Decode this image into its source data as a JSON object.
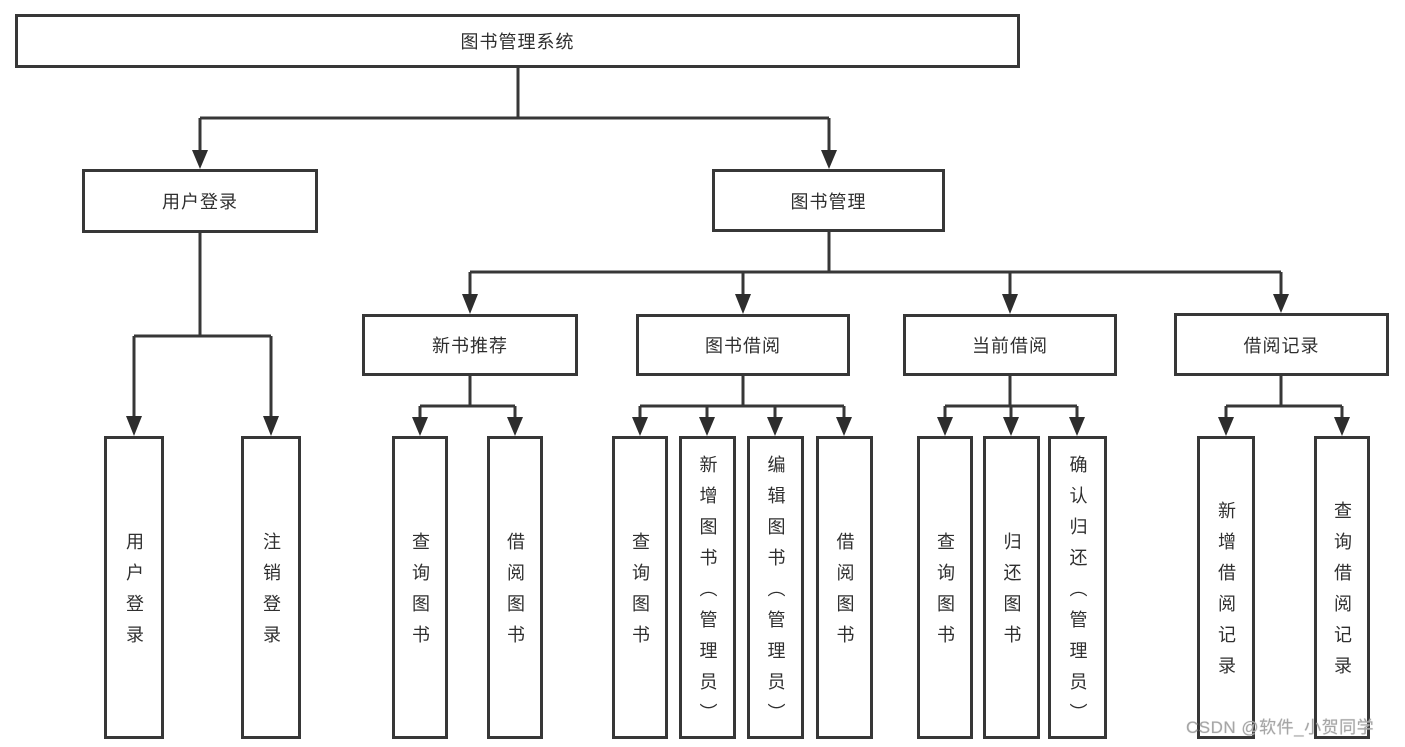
{
  "tree": {
    "root": {
      "label": "图书管理系统"
    },
    "branches": [
      {
        "label": "用户登录",
        "children": [
          {
            "label": "用户登录"
          },
          {
            "label": "注销登录"
          }
        ]
      },
      {
        "label": "图书管理",
        "children": [
          {
            "label": "新书推荐",
            "children": [
              {
                "label": "查询图书"
              },
              {
                "label": "借阅图书"
              }
            ]
          },
          {
            "label": "图书借阅",
            "children": [
              {
                "label": "查询图书"
              },
              {
                "label": "新增图书（管理员）"
              },
              {
                "label": "编辑图书（管理员）"
              },
              {
                "label": "借阅图书"
              }
            ]
          },
          {
            "label": "当前借阅",
            "children": [
              {
                "label": "查询图书"
              },
              {
                "label": "归还图书"
              },
              {
                "label": "确认归还（管理员）"
              }
            ]
          },
          {
            "label": "借阅记录",
            "children": [
              {
                "label": "新增借阅记录"
              },
              {
                "label": "查询借阅记录"
              }
            ]
          }
        ]
      }
    ]
  },
  "watermark": {
    "text": "CSDN @软件_小贺同学"
  },
  "colors": {
    "line": "#373737",
    "arrow": "#2d2d2d",
    "text": "#2f2f2f",
    "watermark": "#a6a6a6",
    "background": "#ffffff"
  }
}
